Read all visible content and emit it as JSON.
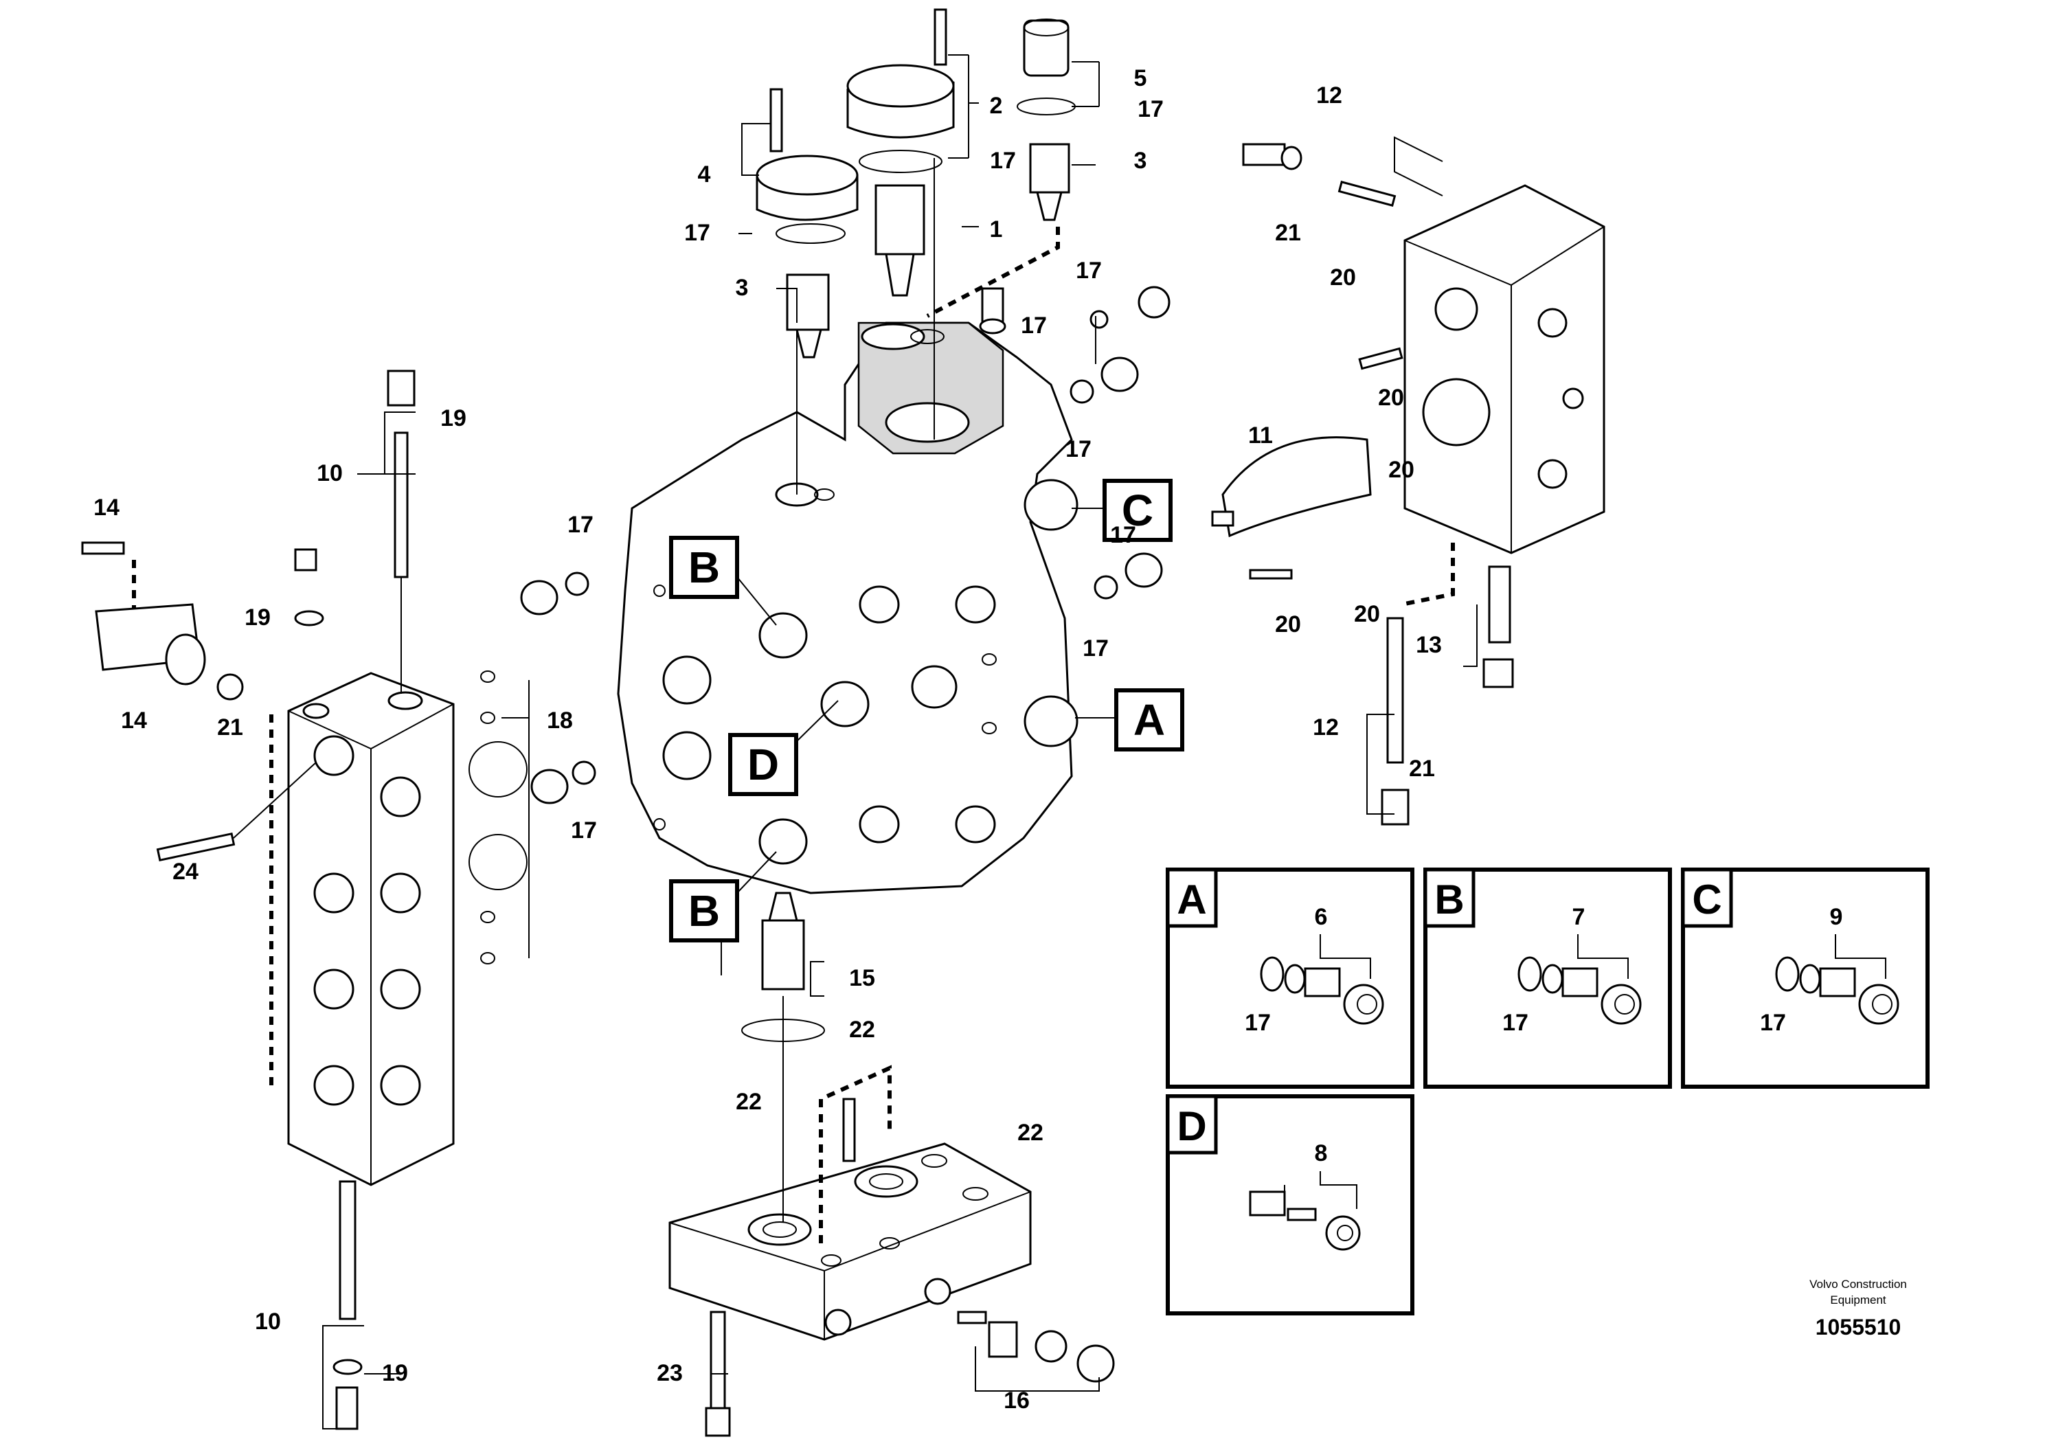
{
  "callouts": {
    "c1": "1",
    "c2": "2",
    "c3a": "3",
    "c3b": "3",
    "c4": "4",
    "c5": "5",
    "c10a": "10",
    "c10b": "10",
    "c11": "11",
    "c12a": "12",
    "c12b": "12",
    "c13": "13",
    "c14a": "14",
    "c14b": "14",
    "c15": "15",
    "c16": "16",
    "c17a": "17",
    "c17b": "17",
    "c17c": "17",
    "c17d": "17",
    "c17e": "17",
    "c17f": "17",
    "c17g": "17",
    "c17h": "17",
    "c17i": "17",
    "c17j": "17",
    "c18": "18",
    "c19a": "19",
    "c19b": "19",
    "c19c": "19",
    "c20a": "20",
    "c20b": "20",
    "c20c": "20",
    "c20d": "20",
    "c20e": "20",
    "c21a": "21",
    "c21b": "21",
    "c21c": "21",
    "c22a": "22",
    "c22b": "22",
    "c22c": "22",
    "c23": "23",
    "c24": "24"
  },
  "port_labels": {
    "a": "A",
    "b_top": "B",
    "b_bottom": "B",
    "c": "C",
    "d": "D"
  },
  "details": {
    "A": {
      "letter": "A",
      "part": "6",
      "seal": "17"
    },
    "B": {
      "letter": "B",
      "part": "7",
      "seal": "17"
    },
    "C": {
      "letter": "C",
      "part": "9",
      "seal": "17"
    },
    "D": {
      "letter": "D",
      "part": "8"
    }
  },
  "footer": {
    "line1": "Volvo Construction",
    "line2": "Equipment",
    "drawing_id": "1055510"
  }
}
